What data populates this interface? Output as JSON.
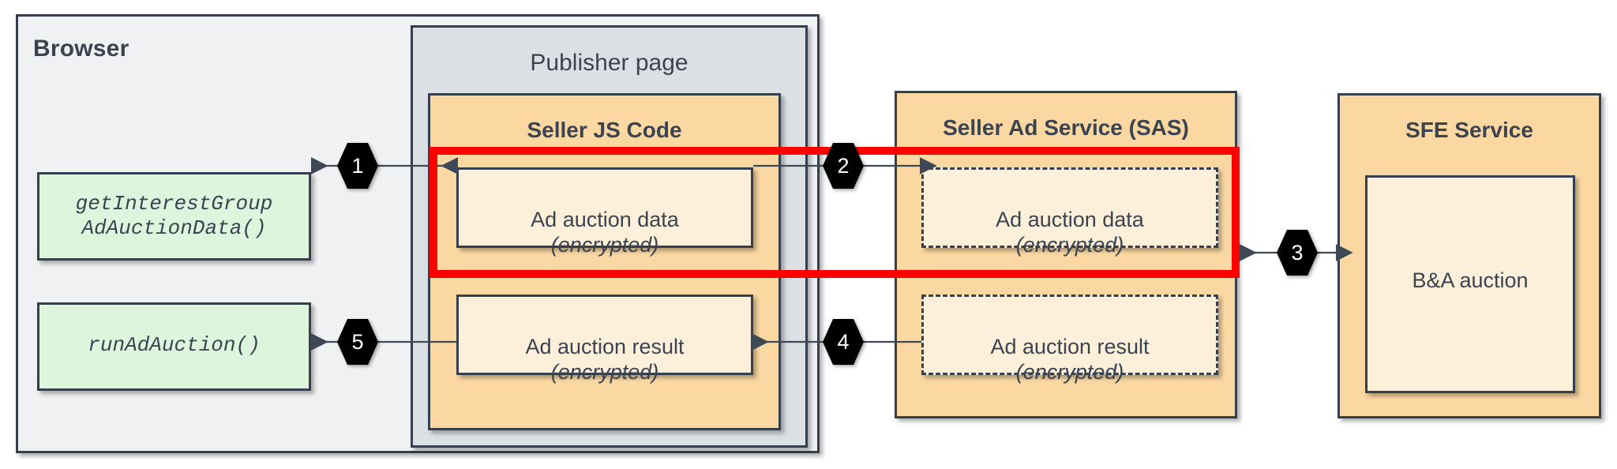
{
  "diagram": {
    "title_alt": "Protected Audience Bidding and Auction flow",
    "colors": {
      "browser_bg": "#f0f1f3",
      "publisher_bg": "#dbe0e5",
      "service_bg": "#fbd8a2",
      "data_box_bg": "#fdf0db",
      "api_box_bg": "#ddf5dd",
      "stroke": "#36404c",
      "highlight": "#ff0000",
      "badge_bg": "#000000",
      "badge_text": "#ffffff"
    }
  },
  "containers": {
    "browser": {
      "label": "Browser"
    },
    "publisher_page": {
      "label": "Publisher page"
    },
    "seller_js_code": {
      "label": "Seller JS Code"
    },
    "seller_ad_service": {
      "label": "Seller Ad Service (SAS)"
    },
    "sfe_service": {
      "label": "SFE Service"
    }
  },
  "api_calls": [
    {
      "label": "getInterestGroup\nAdAuctionData()"
    },
    {
      "label": "runAdAuction()"
    }
  ],
  "data_boxes": {
    "js_ad_data": {
      "line1": "Ad auction data",
      "line2": "(encrypted)"
    },
    "js_ad_result": {
      "line1": "Ad auction result",
      "line2": "(encrypted)"
    },
    "sas_ad_data": {
      "line1": "Ad auction data",
      "line2": "(encrypted)"
    },
    "sas_ad_result": {
      "line1": "Ad auction result",
      "line2": "(encrypted)"
    },
    "sfe_auction": {
      "line1": "B&A auction"
    }
  },
  "steps": [
    {
      "number": "1",
      "from": "Seller JS Code",
      "to": "getInterestGroupAdAuctionData()"
    },
    {
      "number": "2",
      "from": "Seller JS Code ad auction data",
      "to": "Seller Ad Service ad auction data"
    },
    {
      "number": "3",
      "from": "Seller Ad Service",
      "to": "SFE Service"
    },
    {
      "number": "4",
      "from": "Seller Ad Service ad auction result",
      "to": "Seller JS Code ad auction result"
    },
    {
      "number": "5",
      "from": "Seller JS Code ad auction result",
      "to": "runAdAuction()"
    }
  ],
  "highlight": {
    "label": "encrypted ad auction data highlight"
  }
}
